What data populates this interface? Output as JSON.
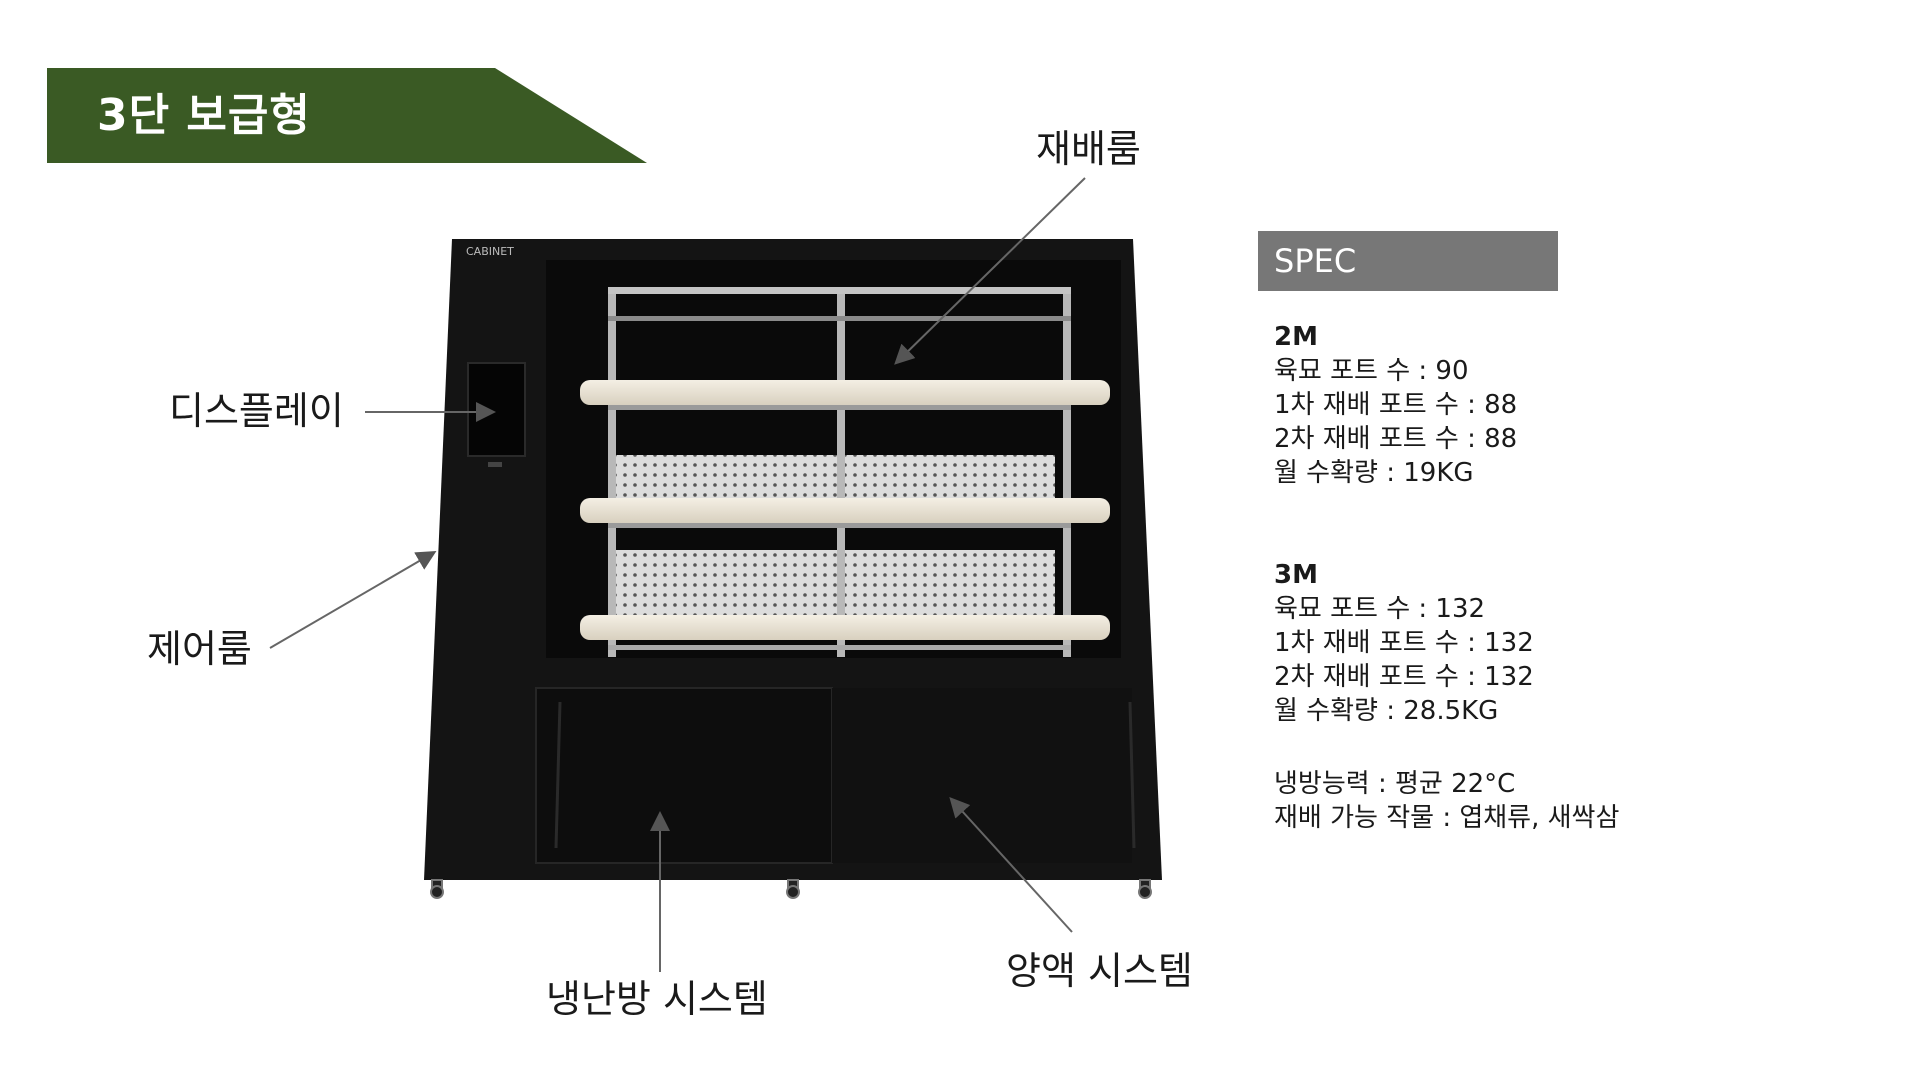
{
  "title": "3단 보급형",
  "callouts": {
    "cultivation_room": "재배룸",
    "display": "디스플레이",
    "control_room": "제어룸",
    "heating_cooling": "냉난방 시스템",
    "nutrient_system": "양액 시스템"
  },
  "cabinet": {
    "logo": "CABINET"
  },
  "spec": {
    "header": "SPEC",
    "models": [
      {
        "name": "2M",
        "lines": [
          "육묘 포트 수 : 90",
          "1차 재배 포트 수 : 88",
          "2차 재배 포트 수 : 88",
          "월 수확량 : 19KG"
        ]
      },
      {
        "name": "3M",
        "lines": [
          "육묘 포트 수 : 132",
          "1차 재배 포트 수 : 132",
          "2차 재배 포트 수 : 132",
          "월 수확량 : 28.5KG"
        ]
      }
    ],
    "general": [
      "냉방능력 : 평균 22°C",
      "재배 가능 작물 : 엽채류, 새싹삼"
    ]
  },
  "colors": {
    "banner": "#3a5a24",
    "spec_header": "#777777",
    "cabinet": "#141414"
  }
}
